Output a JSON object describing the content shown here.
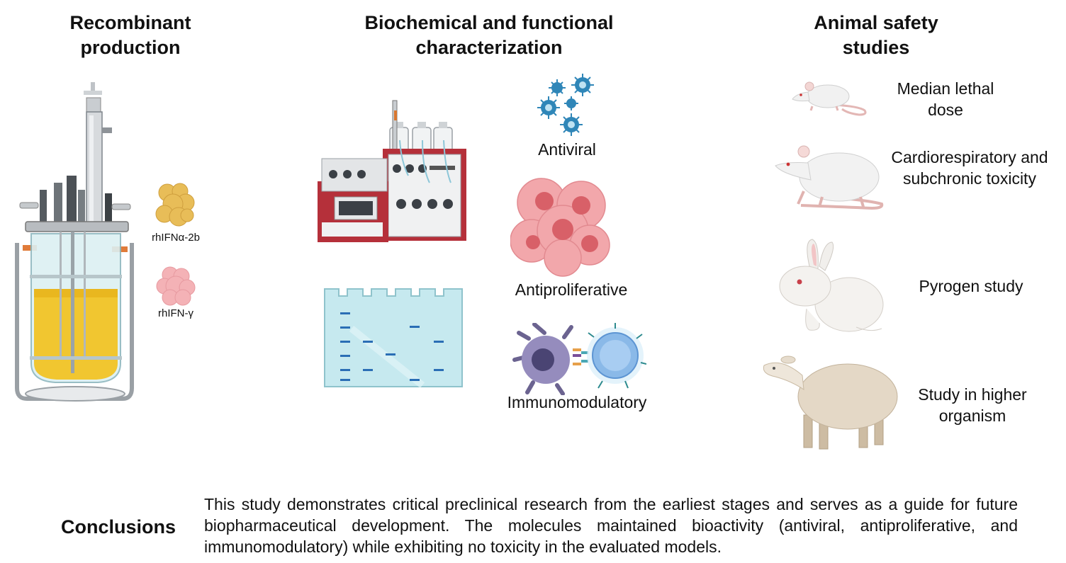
{
  "headings": {
    "recombinant_line1": "Recombinant",
    "recombinant_line2": "production",
    "biochem_line1": "Biochemical and functional",
    "biochem_line2": "characterization",
    "animal_line1": "Animal safety",
    "animal_line2": "studies"
  },
  "proteins": {
    "alpha": "rhIFNα-2b",
    "gamma": "rhIFN-γ"
  },
  "assays": {
    "antiviral": "Antiviral",
    "antiproliferative": "Antiproliferative",
    "immunomodulatory": "Immunomodulatory"
  },
  "studies": {
    "ld_line1": "Median lethal",
    "ld_line2": "dose",
    "cardio_line1": "Cardiorespiratory and",
    "cardio_line2": "subchronic toxicity",
    "pyrogen": "Pyrogen study",
    "higher_line1": "Study in higher",
    "higher_line2": "organism"
  },
  "conclusions": {
    "label": "Conclusions",
    "text": "This study demonstrates critical preclinical research from the earliest stages and serves as a guide for future biopharmaceutical development. The molecules maintained bioactivity (antiviral, antiproliferative, and immunomodulatory) while exhibiting no toxicity in the evaluated models."
  },
  "colors": {
    "yellow_protein": "#e8bd58",
    "pink_protein": "#f4b2b6",
    "virus_blue": "#2f86b8",
    "cell_pink": "#e98a90",
    "instrument_red": "#b5303a",
    "gel_blue": "#c6e9ef",
    "band_blue": "#2a6eb5"
  }
}
